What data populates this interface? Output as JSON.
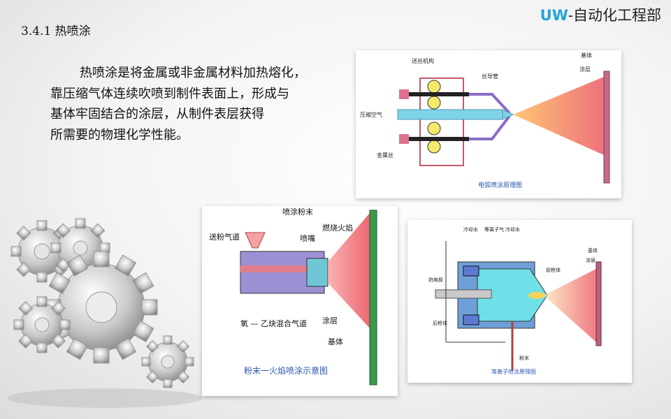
{
  "brand": {
    "prefix": "UW",
    "suffix": "-自动化工程部"
  },
  "heading": "3.4.1  热喷涂",
  "paragraph": {
    "lines": [
      "热喷涂是将金属或非金属材料加热熔化，",
      "靠压缩气体连续吹喷到制件表面上，形成与",
      "基体牢固结合的涂层，从制件表层获得",
      "所需要的物理化学性能。"
    ]
  },
  "diagram_arc": {
    "caption": "电弧喷涂原理图",
    "labels": {
      "feed": "送丝机构",
      "wire_guide": "丝导管",
      "air": "压缩空气",
      "wire": "金属丝",
      "substrate": "基体",
      "coating": "涂层"
    }
  },
  "diagram_flame": {
    "caption": "粉末一火焰喷涂示意图",
    "labels": {
      "powder": "喷涂粉末",
      "powder_gas": "送粉气道",
      "nozzle": "喷嘴",
      "flame": "燃烧火焰",
      "coating": "涂层",
      "substrate": "基体",
      "gas": "氧 — 乙炔混合气道"
    }
  },
  "diagram_plasma": {
    "caption": "等离子喷涂原理图",
    "labels": {
      "cool_water_1": "冷却水",
      "ion_gas": "等离子气",
      "cool_water_2": "冷却水",
      "substrate": "基体",
      "coating": "涂层",
      "electrode": "钨电极",
      "front_gun": "前枪体",
      "rear_gun": "后枪体",
      "powder": "粉末"
    }
  },
  "colors": {
    "brand_blue": "#1fa3d6",
    "spray_red": "#e8434f",
    "body_blue": "#6f9fd8",
    "substrate_green": "#3a9b4a"
  }
}
